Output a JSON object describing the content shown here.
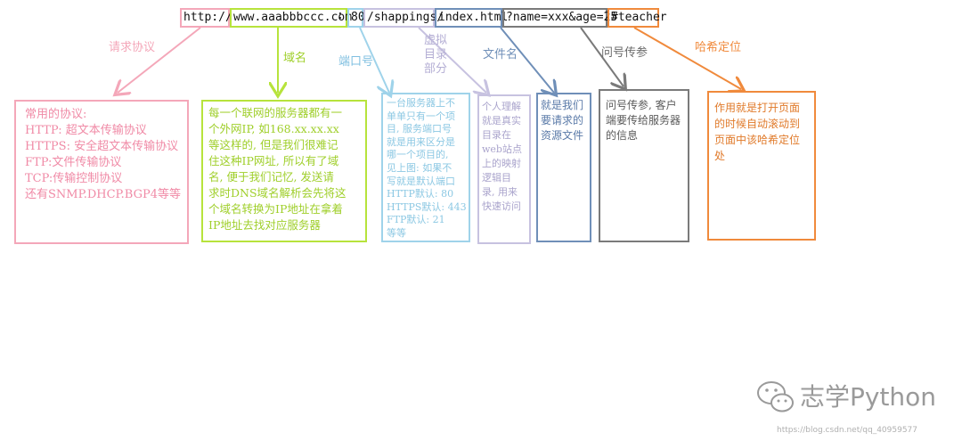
{
  "url": {
    "protocol": "http://",
    "domain": "www.aaabbbccc.com",
    "port_sep": ":",
    "port": "80",
    "path": "/shappings/",
    "file": "index.html",
    "query": "?name=xxx&age=25",
    "hash": "#teacher"
  },
  "labels": {
    "protocol": "请求协议",
    "domain": "域名",
    "port": "端口号",
    "virtual_l1": "虚拟",
    "virtual_l2": "目录",
    "virtual_l3": "部分",
    "file": "文件名",
    "query": "问号传参",
    "hash": "哈希定位"
  },
  "boxes": {
    "protocol": {
      "lines": [
        "常用的协议:",
        "HTTP: 超文本传输协议",
        "HTTPS: 安全超文本传输协议",
        "FTP:文件传输协议",
        "TCP:传输控制协议",
        "还有SNMP.DHCP.BGP4等等"
      ]
    },
    "domain": {
      "lines": [
        "每一个联网的服务器都有一",
        "个外网IP, 如168.xx.xx.xx",
        "等这样的, 但是我们很难记",
        "住这种IP网址, 所以有了域",
        "名, 便于我们记忆, 发送请",
        "求时DNS域名解析会先将这",
        "个域名转换为IP地址在拿着",
        "IP地址去找对应服务器"
      ]
    },
    "port": {
      "lines": [
        "一台服务器上不",
        "单单只有一个项",
        "目, 服务端口号",
        "就是用来区分是",
        "哪一个项目的,",
        "见上图: 如果不",
        "写就是默认端口",
        "HTTP默认: 80",
        "HTTPS默认: 443",
        "FTP默认: 21",
        "等等"
      ]
    },
    "virtual": {
      "lines": [
        "个人理解",
        "就是真实",
        "目录在",
        "web站点",
        "上的映射",
        "逻辑目",
        "录, 用来",
        "快速访问"
      ]
    },
    "file": {
      "lines": [
        "就是我们",
        "要请求的",
        "资源文件"
      ]
    },
    "query": {
      "text": "问号传参, 客户端要传给服务器的信息"
    },
    "hash": {
      "text": "作用就是打开页面的时候自动滚动到页面中该哈希定位处"
    }
  },
  "watermark": {
    "brand": "志学Python",
    "url": "https://blog.csdn.net/qq_40959577"
  },
  "colors": {
    "protocol": "#f4a7b9",
    "domain": "#b7e33c",
    "port": "#9fd3ea",
    "virtual": "#c7c2e0",
    "file": "#6f8fb8",
    "query": "#7a7a7a",
    "hash": "#f08a3c"
  }
}
